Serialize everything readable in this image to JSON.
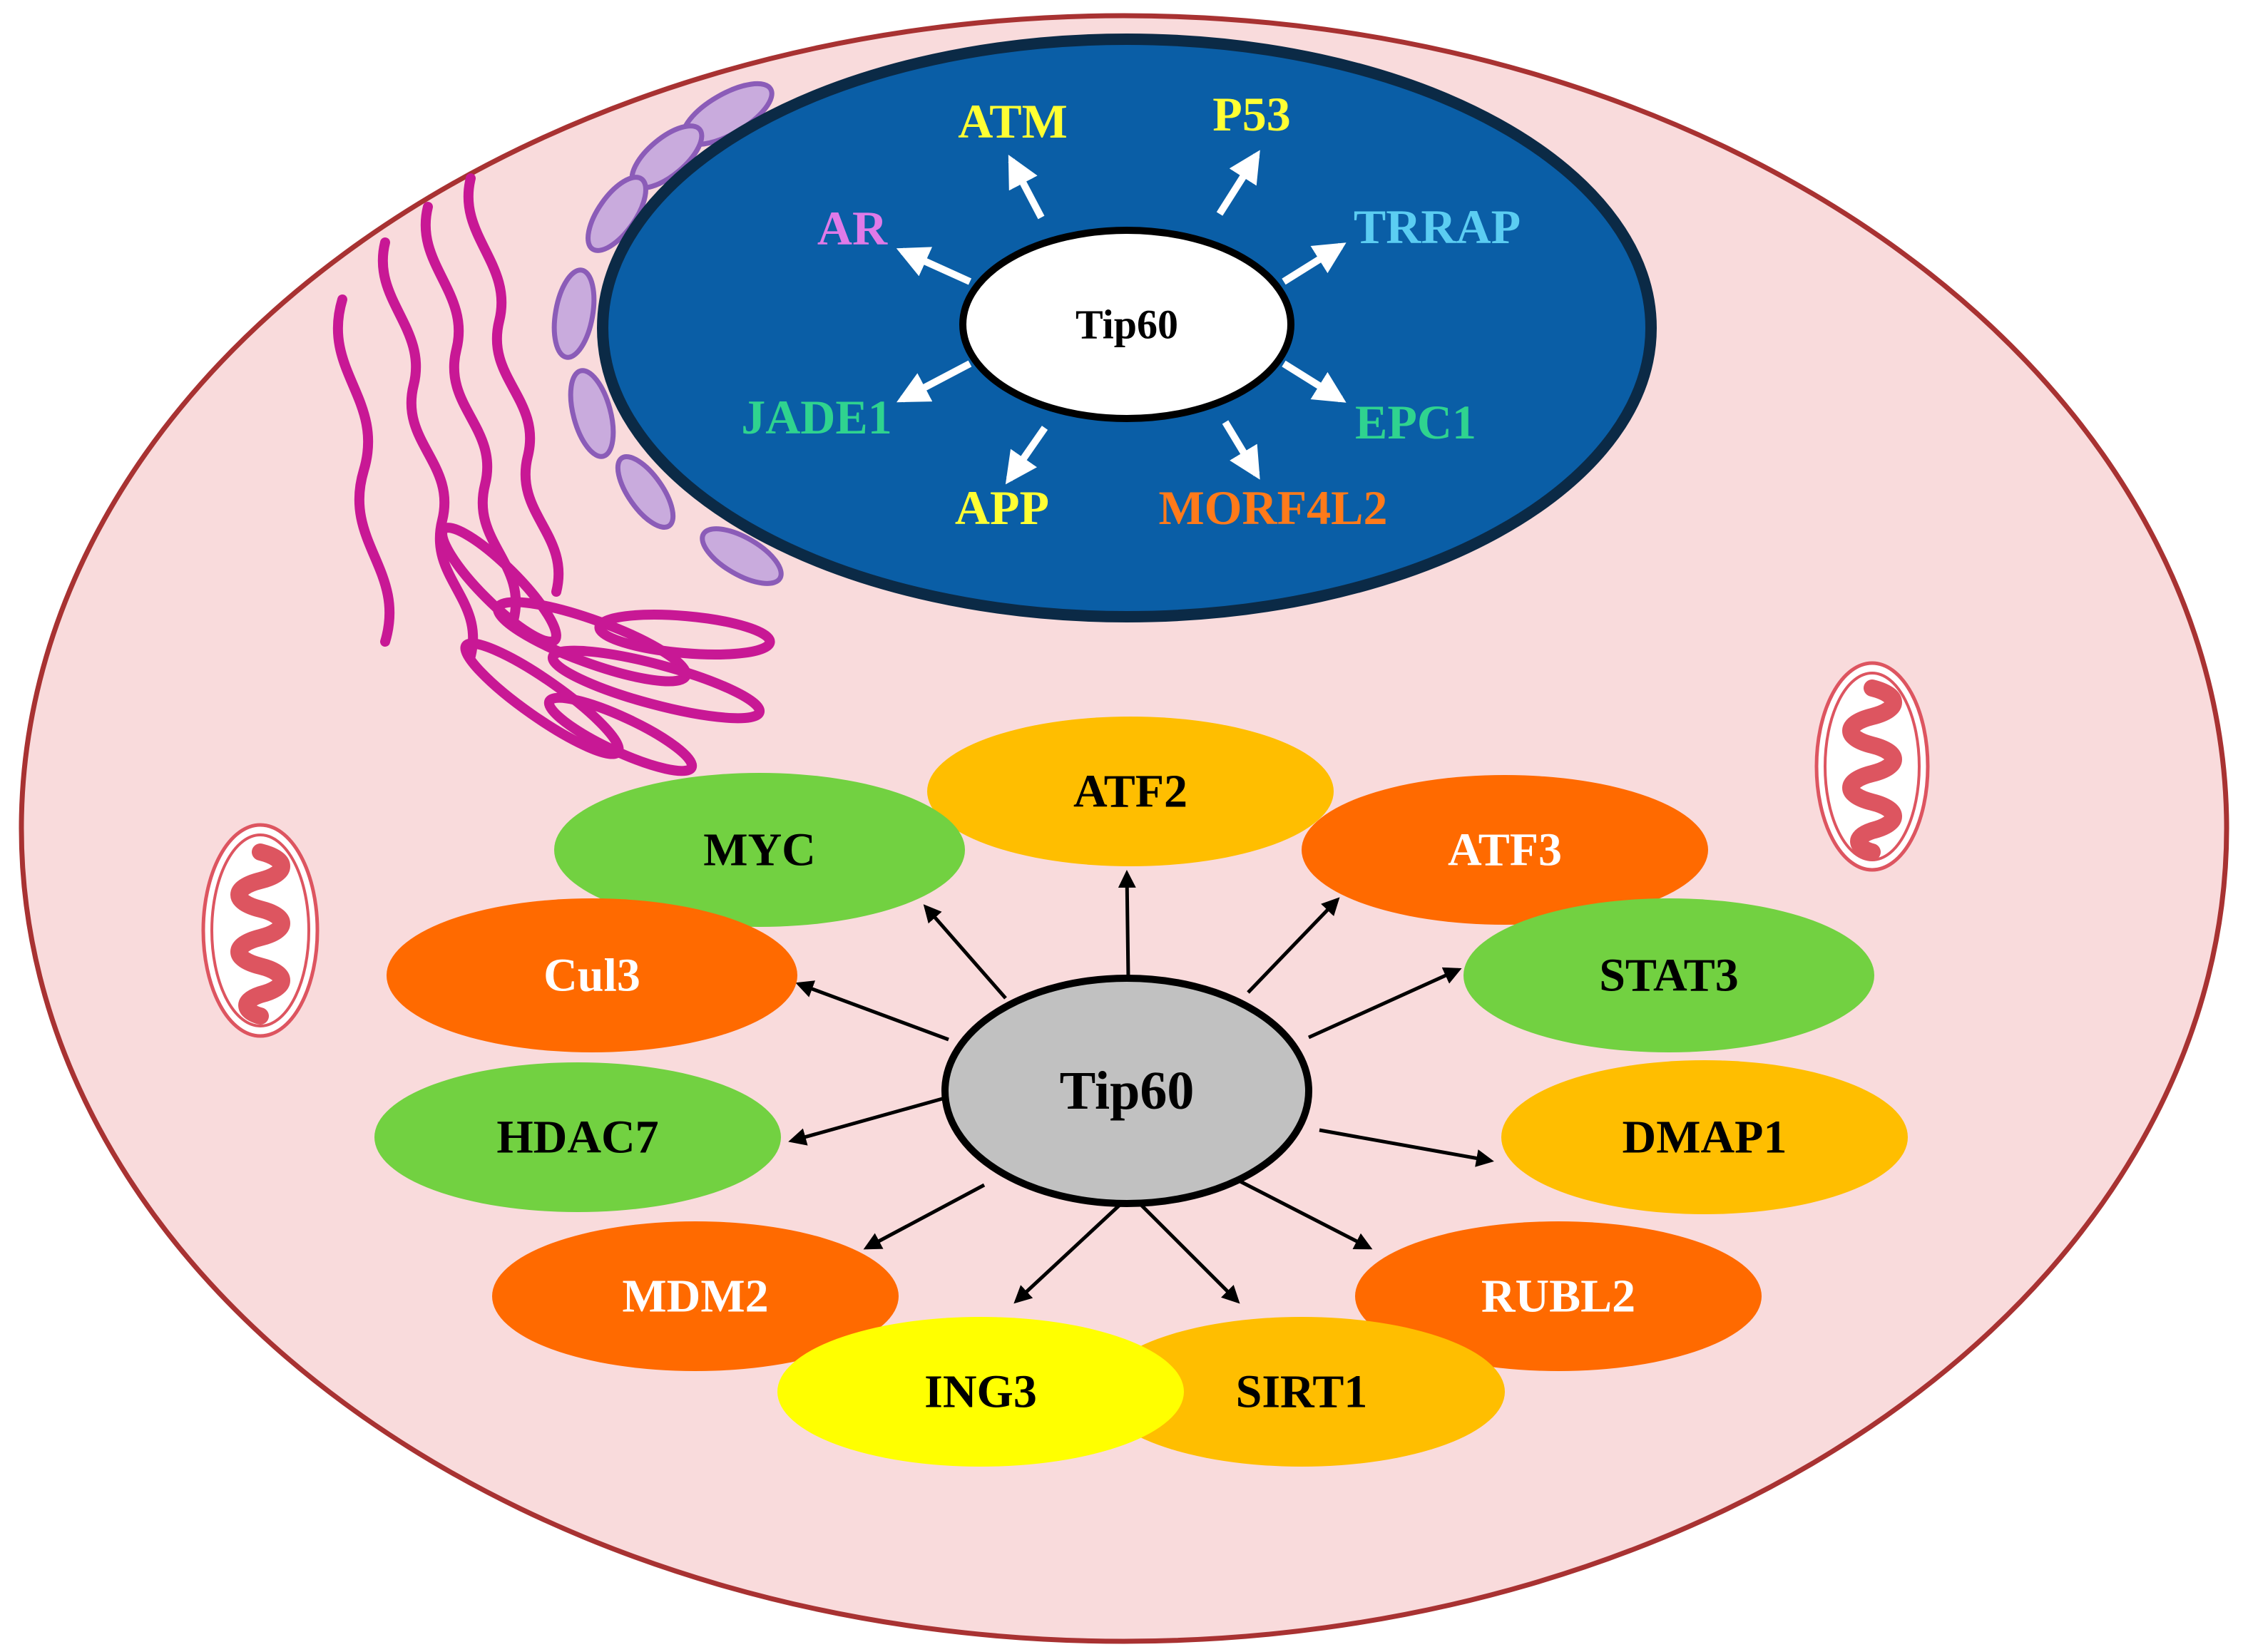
{
  "colors": {
    "cell_fill": "#f9dbdc",
    "cell_stroke": "#a83232",
    "nucleus_fill": "#0a5ea6",
    "nucleus_stroke": "#0b2a46",
    "hub_nucleus_fill": "#ffffff",
    "hub_cytoplasm_fill": "#c1c1c1",
    "green": "#72d141",
    "orange": "#ff6a00",
    "amber": "#ffbe00",
    "yellow": "#ffff00",
    "golgi": "#c81895",
    "er_fill": "#c9abdd",
    "er_stroke": "#8b5cb8",
    "mito": "#dd5560"
  },
  "nucleus": {
    "hub_label": "Tip60",
    "targets": [
      {
        "label": "ATM",
        "color": "#ffff33"
      },
      {
        "label": "P53",
        "color": "#ffff33"
      },
      {
        "label": "TRRAP",
        "color": "#5bcdf2"
      },
      {
        "label": "AR",
        "color": "#e07ae8"
      },
      {
        "label": "JADE1",
        "color": "#2fd38f"
      },
      {
        "label": "EPC1",
        "color": "#2fd38f"
      },
      {
        "label": "APP",
        "color": "#ffff33"
      },
      {
        "label": "MORF4L2",
        "color": "#ff7a1a"
      }
    ]
  },
  "cytoplasm": {
    "hub_label": "Tip60",
    "targets": [
      {
        "label": "ATF2",
        "fill": "#ffbe00",
        "text": "#000000"
      },
      {
        "label": "MYC",
        "fill": "#72d141",
        "text": "#000000"
      },
      {
        "label": "ATF3",
        "fill": "#ff6a00",
        "text": "#ffffff"
      },
      {
        "label": "Cul3",
        "fill": "#ff6a00",
        "text": "#ffffff"
      },
      {
        "label": "STAT3",
        "fill": "#72d141",
        "text": "#000000"
      },
      {
        "label": "HDAC7",
        "fill": "#72d141",
        "text": "#000000"
      },
      {
        "label": "DMAP1",
        "fill": "#ffbe00",
        "text": "#000000"
      },
      {
        "label": "MDM2",
        "fill": "#ff6a00",
        "text": "#ffffff"
      },
      {
        "label": "RUBL2",
        "fill": "#ff6a00",
        "text": "#ffffff"
      },
      {
        "label": "SIRT1",
        "fill": "#ffbe00",
        "text": "#000000"
      },
      {
        "label": "ING3",
        "fill": "#ffff00",
        "text": "#000000"
      }
    ]
  }
}
